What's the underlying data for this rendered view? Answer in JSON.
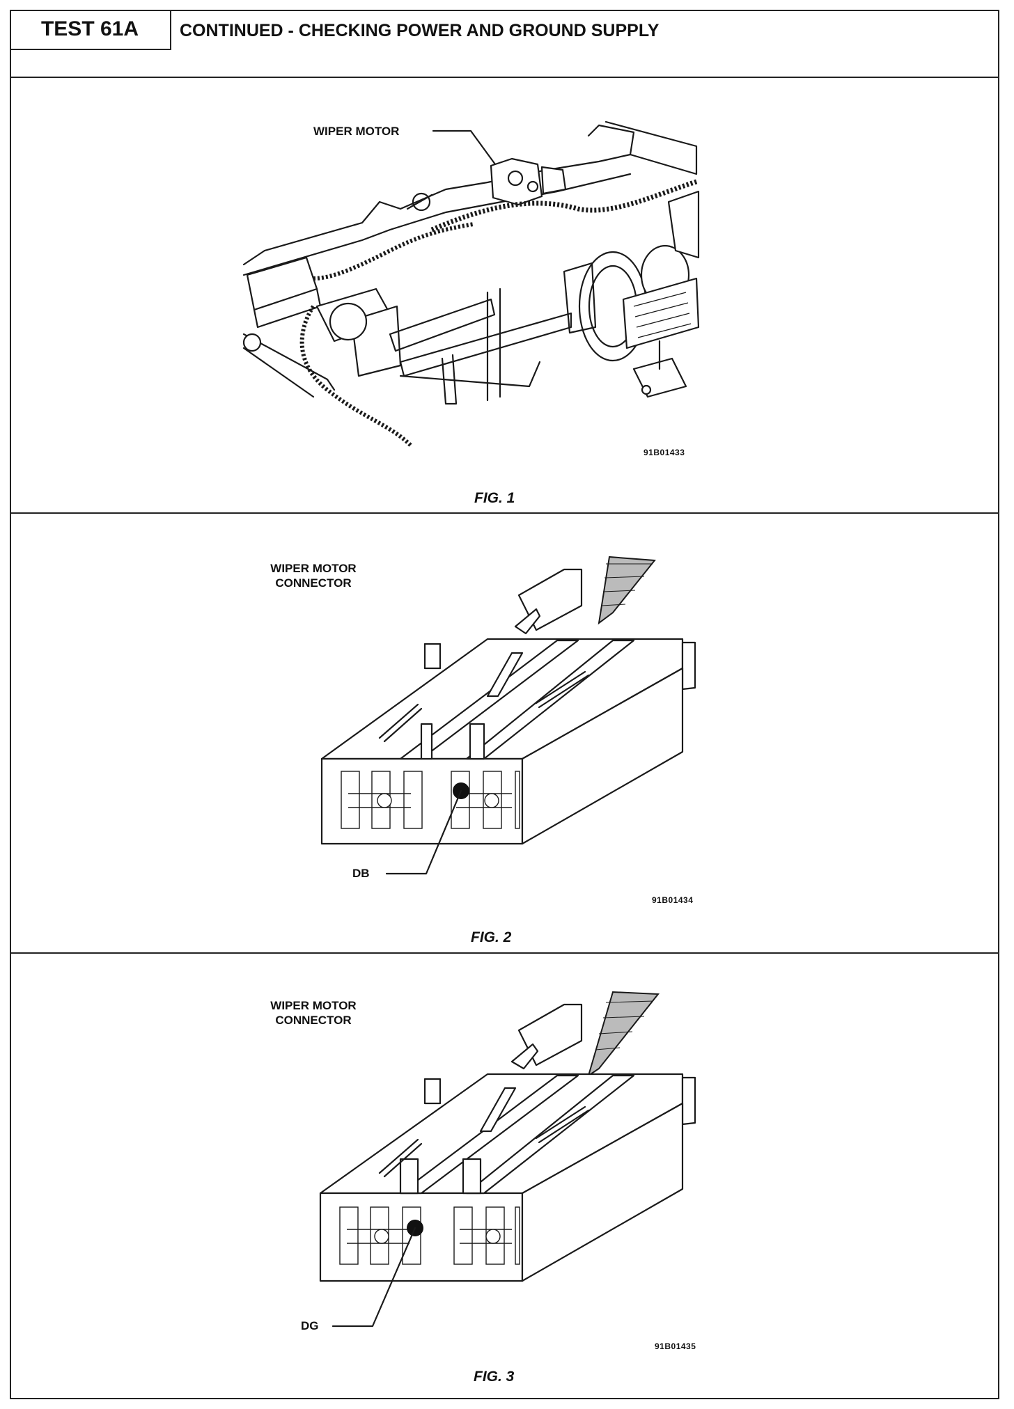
{
  "header": {
    "test_id": "TEST 61A",
    "title": "CONTINUED - CHECKING POWER AND GROUND SUPPLY"
  },
  "figures": [
    {
      "callout": "WIPER MOTOR",
      "code": "91B01433",
      "caption": "FIG. 1"
    },
    {
      "callout": "WIPER MOTOR CONNECTOR",
      "pin_label": "DB",
      "code": "91B01434",
      "caption": "FIG. 2"
    },
    {
      "callout": "WIPER MOTOR CONNECTOR",
      "pin_label": "DG",
      "code": "91B01435",
      "caption": "FIG. 3"
    }
  ]
}
